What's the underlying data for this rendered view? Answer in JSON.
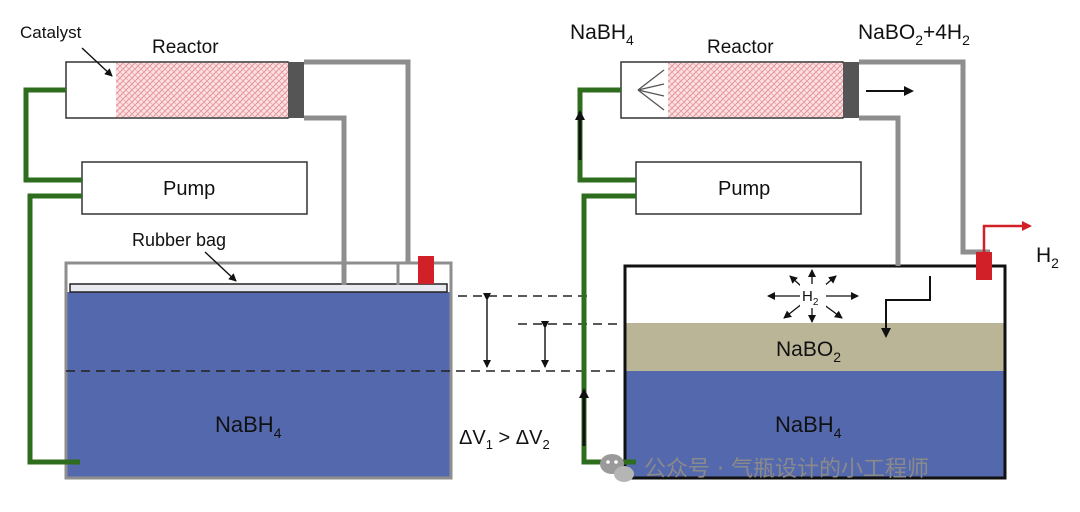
{
  "left": {
    "catalyst": "Catalyst",
    "reactor": "Reactor",
    "pump": "Pump",
    "rubber_bag": "Rubber bag",
    "tank": {
      "base": "NaBH",
      "sub": "4"
    }
  },
  "right": {
    "inlet": {
      "base": "NaBH",
      "sub": "4"
    },
    "reactor": "Reactor",
    "outlet": {
      "p1": "NaBO",
      "s1": "2",
      "p2": "+4H",
      "s2": "2"
    },
    "pump": "Pump",
    "h2_out": {
      "base": "H",
      "sub": "2"
    },
    "h2_bubble": {
      "base": "H",
      "sub": "2"
    },
    "nabo2": {
      "base": "NaBO",
      "sub": "2"
    },
    "tank": {
      "base": "NaBH",
      "sub": "4"
    }
  },
  "relation": {
    "d1": "ΔV",
    "s1": "1",
    "gt": " > ",
    "d2": "ΔV",
    "s2": "2"
  },
  "watermark": "公众号 · 气瓶设计的小工程师",
  "colors": {
    "tank_fill": "#5468ad",
    "nabo2_fill": "#b9b596",
    "pipe_green": "#2f6d1e",
    "frame_gray": "#8e8e8e",
    "valve_red": "#d22028",
    "catalyst_pink": "#f2b7bb"
  }
}
